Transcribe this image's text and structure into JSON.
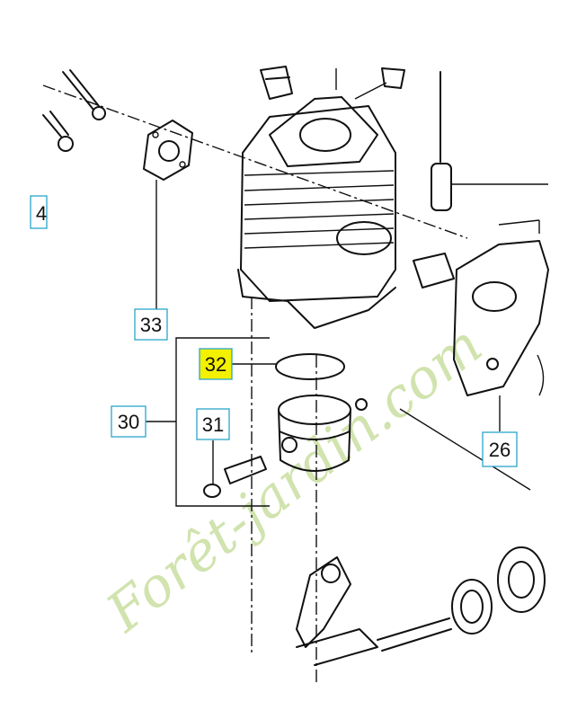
{
  "callouts": [
    {
      "id": "c33",
      "label": "33",
      "highlighted": false
    },
    {
      "id": "c32",
      "label": "32",
      "highlighted": true
    },
    {
      "id": "c30",
      "label": "30",
      "highlighted": false
    },
    {
      "id": "c31",
      "label": "31",
      "highlighted": false
    },
    {
      "id": "c26",
      "label": "26",
      "highlighted": false
    },
    {
      "id": "c4",
      "label": "4",
      "highlighted": false
    }
  ],
  "watermark": {
    "text": "Forêt-jardin.com",
    "color": "#c9dfa0"
  },
  "colors": {
    "highlight": "#f3f000",
    "callout_border": "#2aa6c9",
    "line": "#111111"
  }
}
